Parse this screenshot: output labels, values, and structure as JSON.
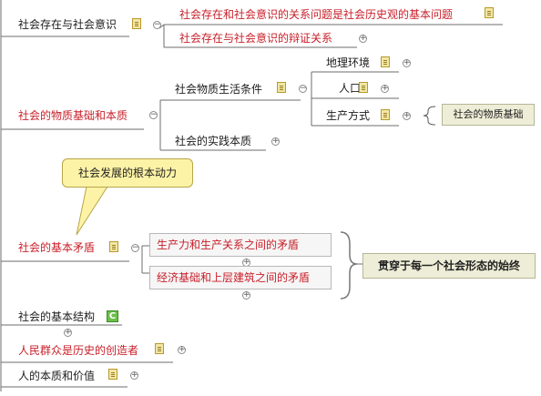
{
  "topics": {
    "t1": "社会存在与社会意识",
    "t2": "社会的物质基础和本质",
    "t3": "社会的基本矛盾",
    "t4": "社会的基本结构",
    "t5": "人民群众是历史的创造者",
    "t6": "人的本质和价值"
  },
  "t1_children": {
    "c1": "社会存在和社会意识的关系问题是社会历史观的基本问题",
    "c2": "社会存在与社会意识的辩证关系"
  },
  "t2_children": {
    "c1": "社会物质生活条件",
    "c2": "社会的实践本质",
    "conditions": [
      "地理环境",
      "人口",
      "生产方式"
    ],
    "summary": "社会的物质基础"
  },
  "t3_children": {
    "c1": "生产力和生产关系之间的矛盾",
    "c2": "经济基础和上层建筑之间的矛盾",
    "summary": "贯穿于每一个社会形态的始终"
  },
  "callout": "社会发展的根本动力",
  "icons": {
    "note": "note-icon",
    "collapse": "collapse-icon",
    "expand": "expand-icon",
    "c": "c-icon"
  },
  "symbols": {
    "plus": "+",
    "minus": "−",
    "c": "C"
  },
  "colors": {
    "red_text": "#c8202a",
    "callout_bg": "#fdf3a6",
    "summary_bg": "#eeeed8",
    "note": "#f1e7a6"
  }
}
